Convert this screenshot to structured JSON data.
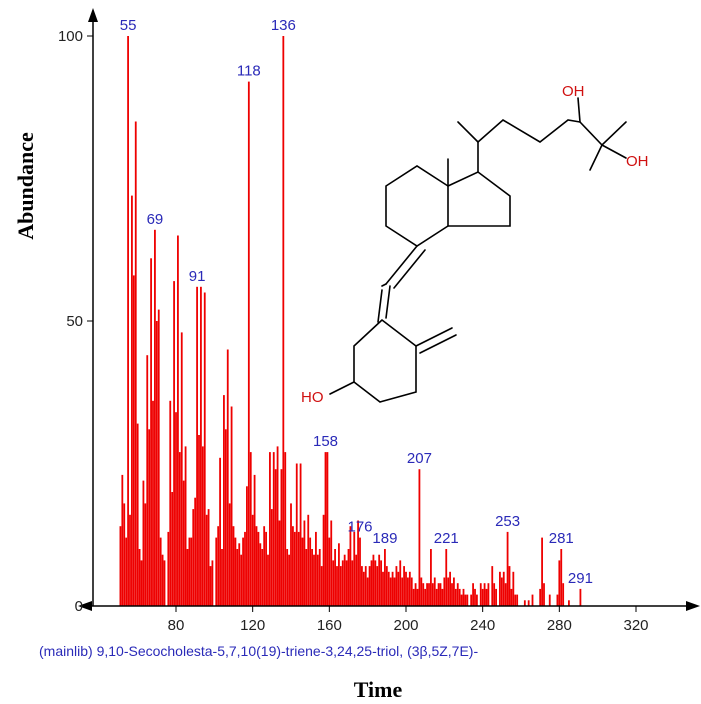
{
  "chart_data": {
    "type": "bar",
    "xlabel": "Time",
    "ylabel": "Abundance",
    "xlim": [
      44,
      352
    ],
    "ylim": [
      0,
      105
    ],
    "xticks": [
      80,
      120,
      160,
      200,
      240,
      280,
      320
    ],
    "yticks": [
      0,
      50,
      100
    ],
    "caption": "(mainlib) 9,10-Secocholesta-5,7,10(19)-triene-3,24,25-triol, (3β,5Z,7E)-",
    "bar_color": "#ee0000",
    "peaks": [
      [
        51,
        14
      ],
      [
        52,
        23
      ],
      [
        53,
        18
      ],
      [
        54,
        12
      ],
      [
        55,
        100
      ],
      [
        56,
        16
      ],
      [
        57,
        72
      ],
      [
        58,
        58
      ],
      [
        59,
        85
      ],
      [
        60,
        32
      ],
      [
        61,
        10
      ],
      [
        62,
        8
      ],
      [
        63,
        22
      ],
      [
        64,
        18
      ],
      [
        65,
        44
      ],
      [
        66,
        31
      ],
      [
        67,
        61
      ],
      [
        68,
        36
      ],
      [
        69,
        66
      ],
      [
        70,
        50
      ],
      [
        71,
        52
      ],
      [
        72,
        12
      ],
      [
        73,
        9
      ],
      [
        74,
        8
      ],
      [
        76,
        13
      ],
      [
        77,
        36
      ],
      [
        78,
        20
      ],
      [
        79,
        57
      ],
      [
        80,
        34
      ],
      [
        81,
        65
      ],
      [
        82,
        27
      ],
      [
        83,
        48
      ],
      [
        84,
        22
      ],
      [
        85,
        28
      ],
      [
        86,
        10
      ],
      [
        87,
        12
      ],
      [
        88,
        12
      ],
      [
        89,
        17
      ],
      [
        90,
        19
      ],
      [
        91,
        56
      ],
      [
        92,
        30
      ],
      [
        93,
        56
      ],
      [
        94,
        28
      ],
      [
        95,
        55
      ],
      [
        96,
        16
      ],
      [
        97,
        17
      ],
      [
        98,
        7
      ],
      [
        99,
        8
      ],
      [
        101,
        12
      ],
      [
        102,
        14
      ],
      [
        103,
        26
      ],
      [
        104,
        10
      ],
      [
        105,
        37
      ],
      [
        106,
        31
      ],
      [
        107,
        45
      ],
      [
        108,
        18
      ],
      [
        109,
        35
      ],
      [
        110,
        14
      ],
      [
        111,
        12
      ],
      [
        112,
        10
      ],
      [
        113,
        11
      ],
      [
        114,
        9
      ],
      [
        115,
        12
      ],
      [
        116,
        13
      ],
      [
        117,
        21
      ],
      [
        118,
        92
      ],
      [
        119,
        27
      ],
      [
        120,
        16
      ],
      [
        121,
        23
      ],
      [
        122,
        14
      ],
      [
        123,
        13
      ],
      [
        124,
        11
      ],
      [
        125,
        10
      ],
      [
        126,
        14
      ],
      [
        127,
        13
      ],
      [
        128,
        9
      ],
      [
        129,
        27
      ],
      [
        130,
        17
      ],
      [
        131,
        27
      ],
      [
        132,
        24
      ],
      [
        133,
        28
      ],
      [
        134,
        15
      ],
      [
        135,
        24
      ],
      [
        136,
        100
      ],
      [
        137,
        27
      ],
      [
        138,
        10
      ],
      [
        139,
        9
      ],
      [
        140,
        18
      ],
      [
        141,
        14
      ],
      [
        142,
        13
      ],
      [
        143,
        25
      ],
      [
        144,
        13
      ],
      [
        145,
        25
      ],
      [
        146,
        12
      ],
      [
        147,
        15
      ],
      [
        148,
        10
      ],
      [
        149,
        16
      ],
      [
        150,
        12
      ],
      [
        151,
        10
      ],
      [
        152,
        9
      ],
      [
        153,
        13
      ],
      [
        154,
        9
      ],
      [
        155,
        10
      ],
      [
        156,
        7
      ],
      [
        157,
        16
      ],
      [
        158,
        27
      ],
      [
        159,
        27
      ],
      [
        160,
        12
      ],
      [
        161,
        15
      ],
      [
        162,
        8
      ],
      [
        163,
        10
      ],
      [
        164,
        7
      ],
      [
        165,
        11
      ],
      [
        166,
        7
      ],
      [
        167,
        8
      ],
      [
        168,
        9
      ],
      [
        169,
        8
      ],
      [
        170,
        10
      ],
      [
        171,
        14
      ],
      [
        172,
        8
      ],
      [
        173,
        13
      ],
      [
        174,
        9
      ],
      [
        175,
        15
      ],
      [
        176,
        12
      ],
      [
        177,
        7
      ],
      [
        178,
        6
      ],
      [
        179,
        7
      ],
      [
        180,
        5
      ],
      [
        181,
        7
      ],
      [
        182,
        8
      ],
      [
        183,
        9
      ],
      [
        184,
        8
      ],
      [
        185,
        7
      ],
      [
        186,
        9
      ],
      [
        187,
        8
      ],
      [
        188,
        6
      ],
      [
        189,
        10
      ],
      [
        190,
        7
      ],
      [
        191,
        6
      ],
      [
        192,
        5
      ],
      [
        193,
        6
      ],
      [
        194,
        5
      ],
      [
        195,
        7
      ],
      [
        196,
        6
      ],
      [
        197,
        8
      ],
      [
        198,
        5
      ],
      [
        199,
        7
      ],
      [
        200,
        6
      ],
      [
        201,
        5
      ],
      [
        202,
        6
      ],
      [
        203,
        5
      ],
      [
        204,
        3
      ],
      [
        205,
        4
      ],
      [
        206,
        3
      ],
      [
        207,
        24
      ],
      [
        208,
        5
      ],
      [
        209,
        4
      ],
      [
        210,
        3
      ],
      [
        211,
        4
      ],
      [
        212,
        4
      ],
      [
        213,
        10
      ],
      [
        214,
        4
      ],
      [
        215,
        5
      ],
      [
        216,
        3
      ],
      [
        217,
        4
      ],
      [
        218,
        4
      ],
      [
        219,
        3
      ],
      [
        220,
        5
      ],
      [
        221,
        10
      ],
      [
        222,
        5
      ],
      [
        223,
        6
      ],
      [
        224,
        4
      ],
      [
        225,
        5
      ],
      [
        226,
        3
      ],
      [
        227,
        4
      ],
      [
        228,
        3
      ],
      [
        229,
        2
      ],
      [
        230,
        3
      ],
      [
        231,
        2
      ],
      [
        232,
        2
      ],
      [
        234,
        2
      ],
      [
        235,
        4
      ],
      [
        236,
        3
      ],
      [
        237,
        2
      ],
      [
        239,
        4
      ],
      [
        240,
        3
      ],
      [
        241,
        4
      ],
      [
        242,
        3
      ],
      [
        243,
        4
      ],
      [
        245,
        7
      ],
      [
        246,
        4
      ],
      [
        247,
        3
      ],
      [
        249,
        6
      ],
      [
        250,
        5
      ],
      [
        251,
        6
      ],
      [
        252,
        4
      ],
      [
        253,
        13
      ],
      [
        254,
        7
      ],
      [
        255,
        3
      ],
      [
        256,
        6
      ],
      [
        257,
        2
      ],
      [
        258,
        2
      ],
      [
        262,
        1
      ],
      [
        264,
        1
      ],
      [
        266,
        2
      ],
      [
        270,
        3
      ],
      [
        271,
        12
      ],
      [
        272,
        4
      ],
      [
        275,
        2
      ],
      [
        279,
        2
      ],
      [
        280,
        8
      ],
      [
        281,
        10
      ],
      [
        282,
        4
      ],
      [
        285,
        1
      ],
      [
        291,
        3
      ]
    ],
    "peak_labels": [
      55,
      69,
      91,
      118,
      136,
      158,
      176,
      189,
      207,
      221,
      253,
      281,
      291
    ],
    "structure_labels": [
      "OH",
      "OH",
      "HO"
    ]
  }
}
